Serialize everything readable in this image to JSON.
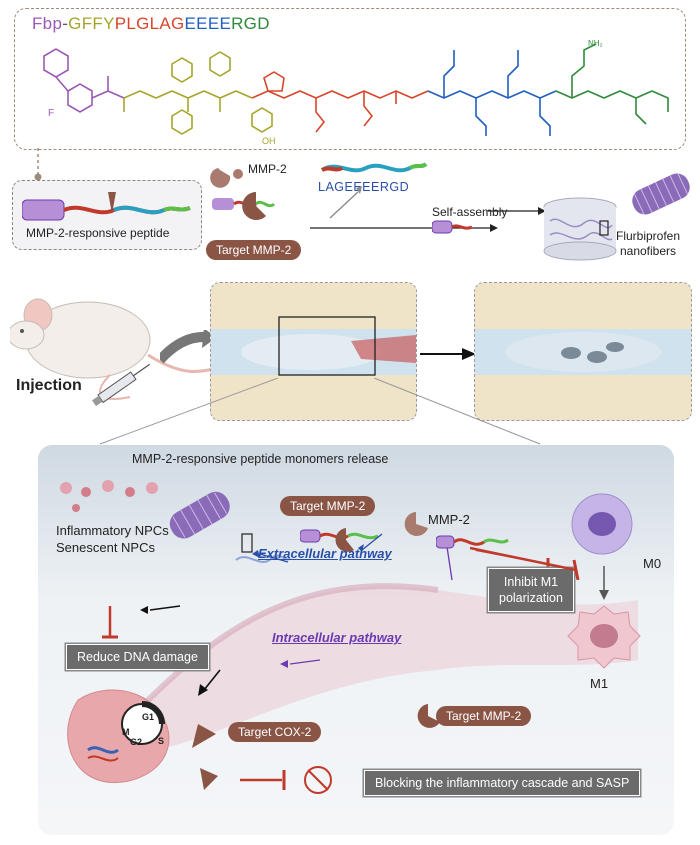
{
  "sequence": {
    "parts": [
      {
        "text": "Fbp",
        "color": "#9b59b6"
      },
      {
        "text": "-",
        "color": "#555"
      },
      {
        "text": "GFFY",
        "color": "#a5a52a"
      },
      {
        "text": "PLGLAG",
        "color": "#d9452b"
      },
      {
        "text": "EEEE",
        "color": "#1f5fbf"
      },
      {
        "text": "RGD",
        "color": "#2e8b3a"
      }
    ]
  },
  "panel_top": {
    "peptide_label": "MMP-2-responsive peptide",
    "enzyme_label": "MMP-2",
    "target_label": "Target MMP-2",
    "fragment_label": "LAGEEEERGD",
    "self_assembly_label": "Self-assembly",
    "nanofiber_label_1": "Flurbiprofen",
    "nanofiber_label_2": "nanofibers"
  },
  "injection_label": "Injection",
  "bottom": {
    "release_label": "MMP-2-responsive peptide monomers release",
    "npc_label_1": "Inflammatory NPCs",
    "npc_label_2": "Senescent NPCs",
    "target_mmp2_a": "Target MMP-2",
    "mmp2_label": "MMP-2",
    "extracellular": "Extracellular pathway",
    "intracellular": "Intracellular pathway",
    "inhibit_1": "Inhibit M1",
    "inhibit_2": "polarization",
    "m0": "M0",
    "m1": "M1",
    "reduce_dna": "Reduce DNA damage",
    "target_cox2": "Target COX-2",
    "target_mmp2_b": "Target MMP-2",
    "blocking": "Blocking the inflammatory cascade and SASP",
    "cycle": {
      "g1": "G1",
      "g2": "G2",
      "m": "M",
      "s": "S"
    }
  },
  "colors": {
    "brown": "#8b5546",
    "purple": "#6a3bb0",
    "blue": "#2a4fa8",
    "red": "#c0392b"
  }
}
